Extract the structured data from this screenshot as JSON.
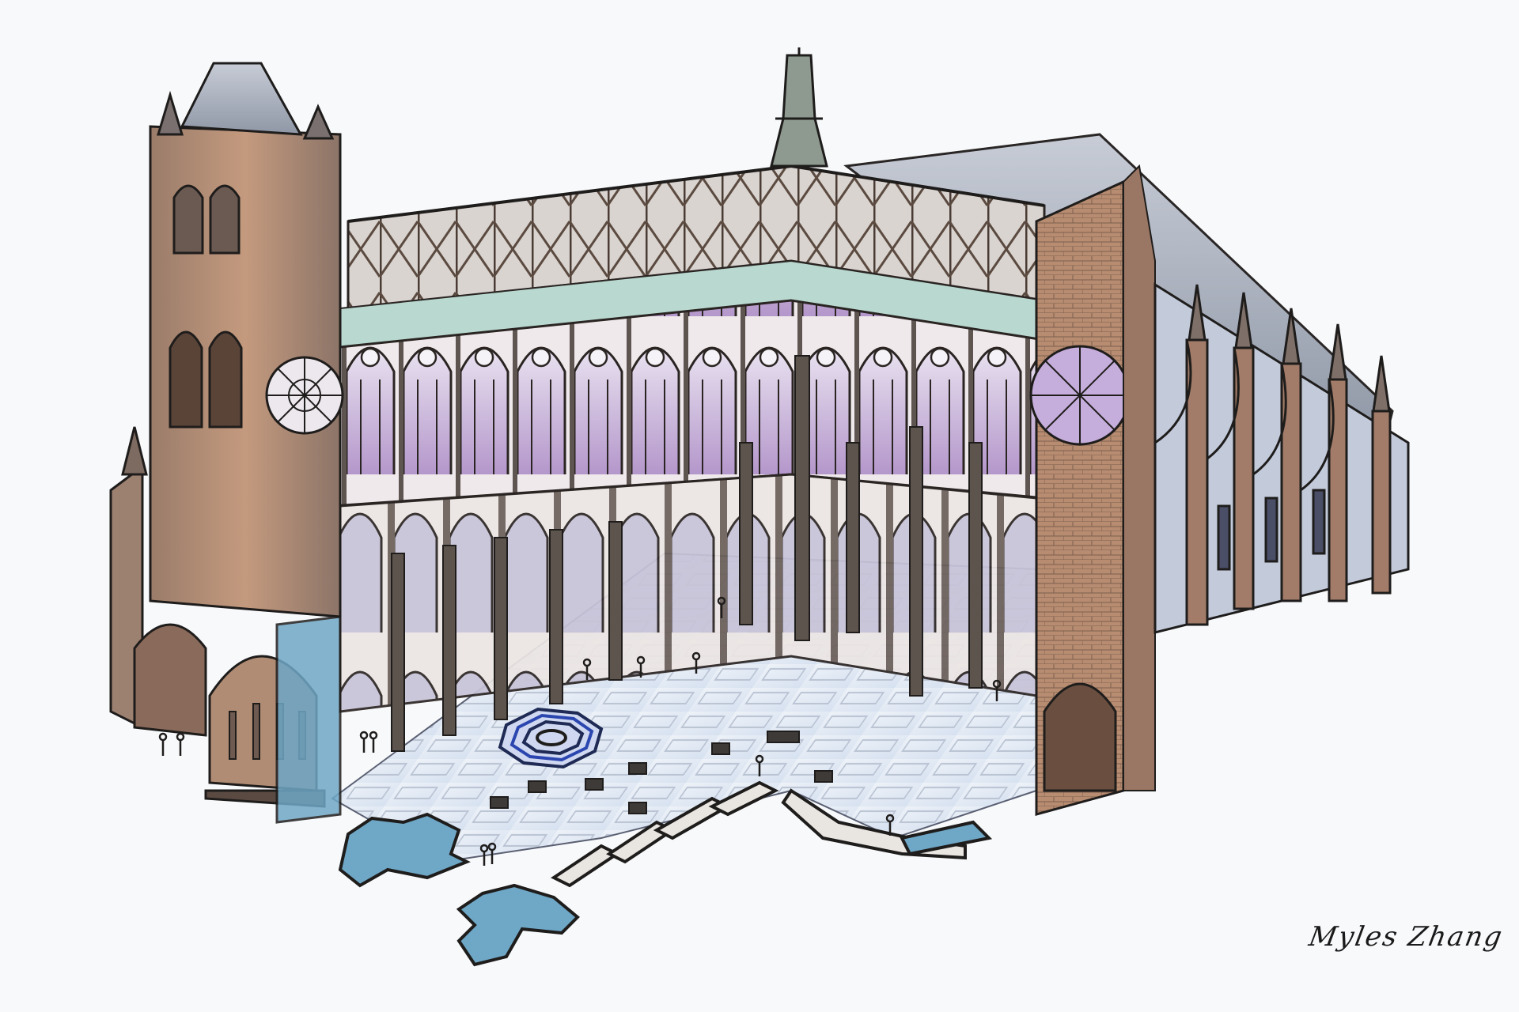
{
  "artwork": {
    "type": "hand-drawn ink and watercolor illustration",
    "subject": "cutaway axonometric view of a Gothic cathedral",
    "signature": "Myles Zhang",
    "palette": {
      "paper": "#f8f9fb",
      "ink": "#1f1d1c",
      "stone_warm": "#b98e72",
      "stone_brown": "#8a6a58",
      "stone_grey": "#8e8a8a",
      "roof_grey": "#a9b0bb",
      "glass_violet": "#b89ccc",
      "vault_teal": "#a9cfc8",
      "floor_blue": "#dfe7f3",
      "water_blue": "#6fa7c6",
      "labyrinth_blue": "#2c46b0"
    },
    "elements": [
      "west facade with twin towers",
      "rose windows",
      "nave arcade with stained glass clerestory",
      "exposed roof timber trusses",
      "crossing spire",
      "flying buttresses and pinnacles",
      "octagonal floor labyrinth",
      "cross-shaped foundation plinths",
      "small human figures"
    ]
  }
}
